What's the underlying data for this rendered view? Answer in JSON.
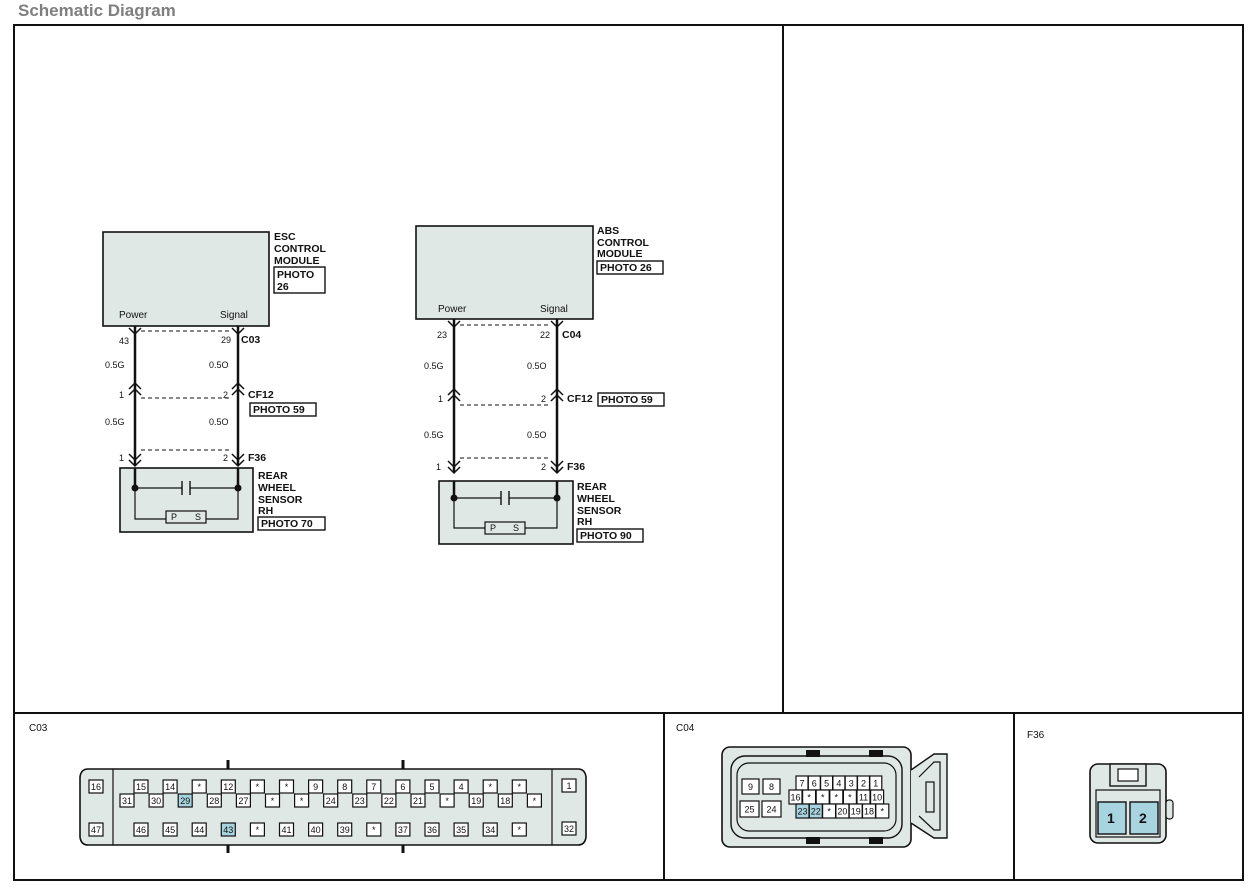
{
  "title": "Schematic Diagram",
  "left_circuit": {
    "module_name": [
      "ESC",
      "CONTROL",
      "MODULE"
    ],
    "module_photo": [
      "PHOTO",
      "26"
    ],
    "power_label": "Power",
    "signal_label": "Signal",
    "module_pins": [
      "43",
      "29"
    ],
    "module_connector": "C03",
    "wire_power_1": "0.5G",
    "wire_signal_1": "0.5O",
    "mid_pins": [
      "1",
      "2"
    ],
    "mid_connector": "CF12",
    "mid_photo": "PHOTO 59",
    "wire_power_2": "0.5G",
    "wire_signal_2": "0.5O",
    "sensor_pins": [
      "1",
      "2"
    ],
    "sensor_connector": "F36",
    "sensor_name": [
      "REAR",
      "WHEEL",
      "SENSOR",
      "RH"
    ],
    "sensor_photo": "PHOTO 70",
    "ps": [
      "P",
      "S"
    ]
  },
  "right_circuit": {
    "module_name": [
      "ABS",
      "CONTROL",
      "MODULE"
    ],
    "module_photo": "PHOTO 26",
    "power_label": "Power",
    "signal_label": "Signal",
    "module_pins": [
      "23",
      "22"
    ],
    "module_connector": "C04",
    "wire_power_1": "0.5G",
    "wire_signal_1": "0.5O",
    "mid_pins": [
      "1",
      "2"
    ],
    "mid_connector": "CF12",
    "mid_photo": "PHOTO 59",
    "wire_power_2": "0.5G",
    "wire_signal_2": "0.5O",
    "sensor_pins": [
      "1",
      "2"
    ],
    "sensor_connector": "F36",
    "sensor_name": [
      "REAR",
      "WHEEL",
      "SENSOR",
      "RH"
    ],
    "sensor_photo": "PHOTO 90",
    "ps": [
      "P",
      "S"
    ]
  },
  "c03": {
    "label": "C03",
    "left_pins": [
      "16",
      "47"
    ],
    "right_pins": [
      "1",
      "32"
    ],
    "row1": [
      "15",
      "14",
      "*",
      "12",
      "*",
      "*",
      "9",
      "8",
      "7",
      "6",
      "5",
      "4",
      "*",
      "*"
    ],
    "row2": [
      "31",
      "30",
      "29",
      "28",
      "27",
      "*",
      "*",
      "24",
      "23",
      "22",
      "21",
      "*",
      "19",
      "18",
      "*"
    ],
    "row3": [
      "46",
      "45",
      "44",
      "43",
      "*",
      "41",
      "40",
      "39",
      "*",
      "37",
      "36",
      "35",
      "34",
      "*"
    ],
    "highlighted": [
      "29",
      "43"
    ]
  },
  "c04": {
    "label": "C04",
    "left_top": [
      "9",
      "8"
    ],
    "left_bottom": [
      "25",
      "24"
    ],
    "row1": [
      "7",
      "6",
      "5",
      "4",
      "3",
      "2",
      "1"
    ],
    "row2": [
      "16",
      "*",
      "*",
      "*",
      "*",
      "11",
      "10"
    ],
    "row3": [
      "23",
      "22",
      "*",
      "20",
      "19",
      "18",
      "*"
    ],
    "highlighted": [
      "23",
      "22"
    ]
  },
  "f36": {
    "label": "F36",
    "pins": [
      "1",
      "2"
    ],
    "pin_color": "#a8d4e0"
  },
  "colors": {
    "module_fill": "#dfe8e4",
    "pin_highlight": "#a8d4e0",
    "connector_fill": "#dfe8e4",
    "title": "#7f7f7f"
  }
}
